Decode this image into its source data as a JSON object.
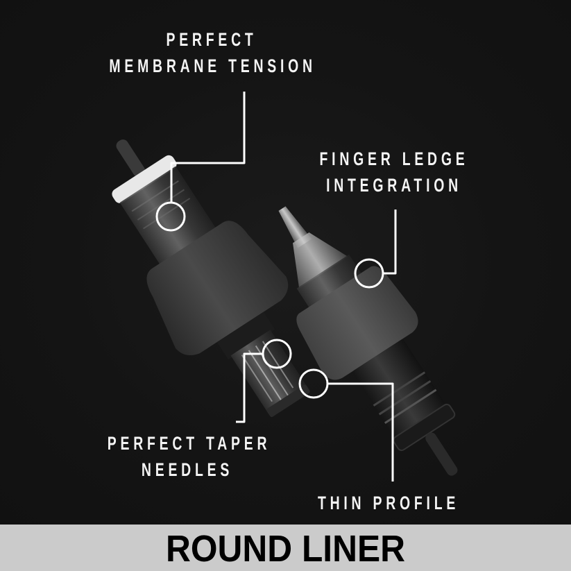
{
  "banner": {
    "title": "ROUND LINER",
    "background": "#cbcbcb",
    "text_color": "#000000"
  },
  "background_color": "#141414",
  "callouts": [
    {
      "id": "membrane",
      "line1": "PERFECT",
      "line2": "MEMBRANE TENSION"
    },
    {
      "id": "finger-ledge",
      "line1": "FINGER LEDGE",
      "line2": "INTEGRATION"
    },
    {
      "id": "taper",
      "line1": "PERFECT TAPER",
      "line2": "NEEDLES"
    },
    {
      "id": "thin",
      "line1": "THIN PROFILE"
    }
  ],
  "products": [
    {
      "name": "left-cartridge",
      "type": "tattoo needle cartridge"
    },
    {
      "name": "right-cartridge",
      "type": "tattoo needle cartridge"
    }
  ]
}
